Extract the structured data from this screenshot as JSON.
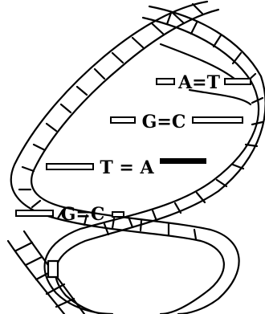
{
  "base_pairs": [
    {
      "left": "A",
      "bond": "=",
      "right": "T"
    },
    {
      "left": "G",
      "bond": "=",
      "right": "C"
    },
    {
      "left": "T",
      "bond": "=",
      "right": "A"
    },
    {
      "left": "G",
      "bond": "=",
      "right": "C"
    }
  ],
  "colors": {
    "ink": "#000000",
    "paper": "#ffffff"
  }
}
